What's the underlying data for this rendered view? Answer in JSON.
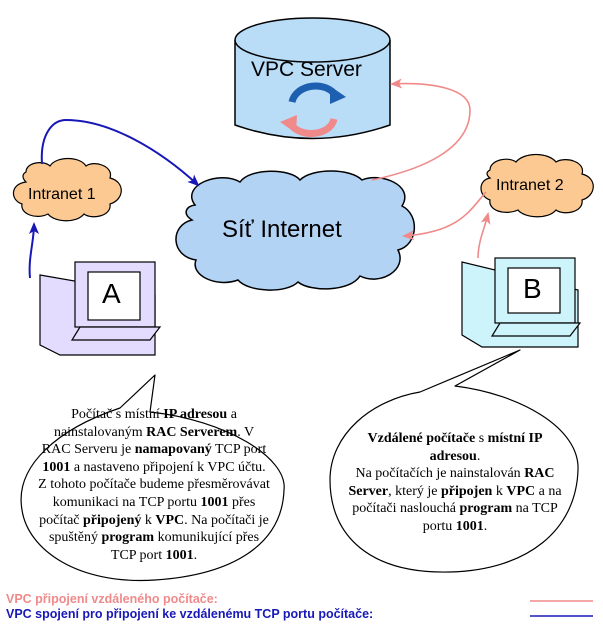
{
  "server": {
    "title": "VPC Server"
  },
  "internet": {
    "label": "Síť Internet"
  },
  "intranets": [
    {
      "label": "Intranet 1"
    },
    {
      "label": "Intranet 2"
    }
  ],
  "computers": [
    {
      "label": "A",
      "color": "#e3dcff"
    },
    {
      "label": "B",
      "color": "#cdf4fb"
    }
  ],
  "bubble_a": {
    "parts": [
      "Počítač s místní ",
      "IP adresou",
      " a nainstalovaným ",
      "RAC Serverem",
      ". V RAC Serveru je ",
      "namapovaný",
      " TCP port ",
      "1001",
      " a nastaveno připojení k VPC účtu.",
      "Z tohoto počítače budeme přesměrovávat komunikaci na TCP portu ",
      "1001",
      " přes počítač ",
      "připojený",
      " k ",
      "VPC",
      ". Na počítači je spuštěný ",
      "program",
      " komunikující přes TCP port ",
      "1001",
      "."
    ]
  },
  "bubble_b": {
    "parts": [
      "Vzdálené počítače",
      " s ",
      "místní IP adresou",
      ".",
      "Na počítačích je nainstalován ",
      "RAC Server",
      ", který je ",
      "připojen",
      " k ",
      "VPC",
      " a na počítači naslouchá ",
      "program",
      " na TCP portu ",
      "1001",
      "."
    ]
  },
  "legend": {
    "line1": "VPC připojení vzdáleného počítače:",
    "line2": "VPC spojení pro připojení ke vzdálenému TCP portu počítače:"
  },
  "colors": {
    "remote_connection": "#f08a8a",
    "tcp_connection": "#1818b8",
    "server_fill": "#b9dcf7",
    "cloud_fill": "#b3d3f5",
    "intranet_fill": "#fcc992"
  },
  "icons": [
    "sync-arrows-icon",
    "arrow-icon"
  ]
}
